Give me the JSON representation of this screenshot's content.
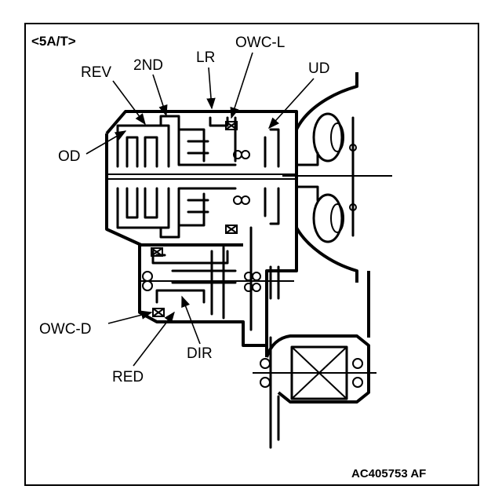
{
  "title": "<5A/T>",
  "figure_code": "AC405753 AF",
  "labels": {
    "rev": "REV",
    "second": "2ND",
    "lr": "LR",
    "owc_l": "OWC-L",
    "ud": "UD",
    "od": "OD",
    "owc_d": "OWC-D",
    "dir": "DIR",
    "red": "RED"
  }
}
